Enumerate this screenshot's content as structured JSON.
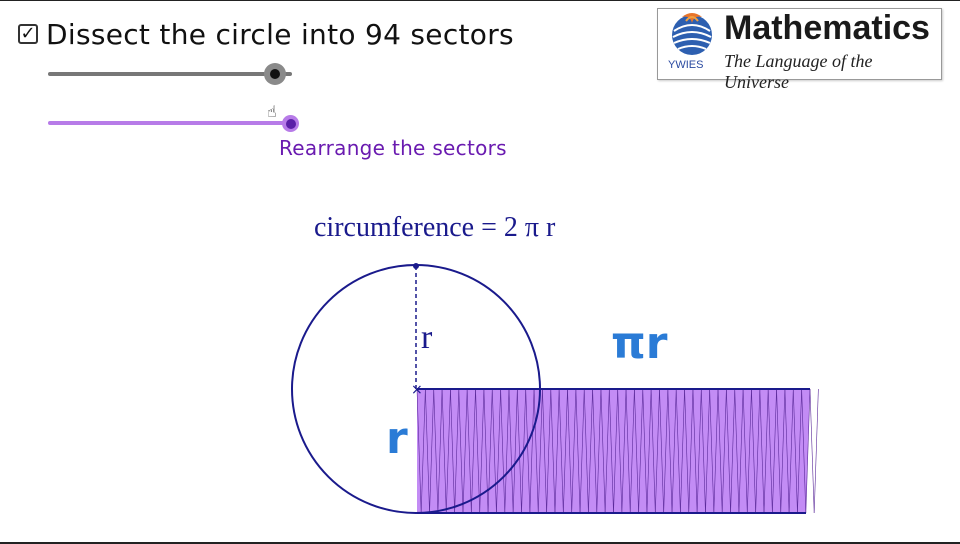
{
  "controls": {
    "dissect_checked": true,
    "dissect_label": "Dissect the circle into 94 sectors",
    "sector_slider_value": 0.9,
    "rearrange_slider_value": 1.0,
    "rearrange_label": "Rearrange the sectors"
  },
  "logo": {
    "title": "Mathematics",
    "subtitle": "The Language of the Universe",
    "org": "YWIES"
  },
  "diagram": {
    "circumference_label": "circumference = 2 π r",
    "radius_label": "r",
    "pi_r_label": "πr",
    "side_r_label": "r",
    "sectors": 94,
    "circle_color": "#1a1a8c",
    "fill_color": "#c38cf5",
    "label_color": "#2a7bd6"
  }
}
